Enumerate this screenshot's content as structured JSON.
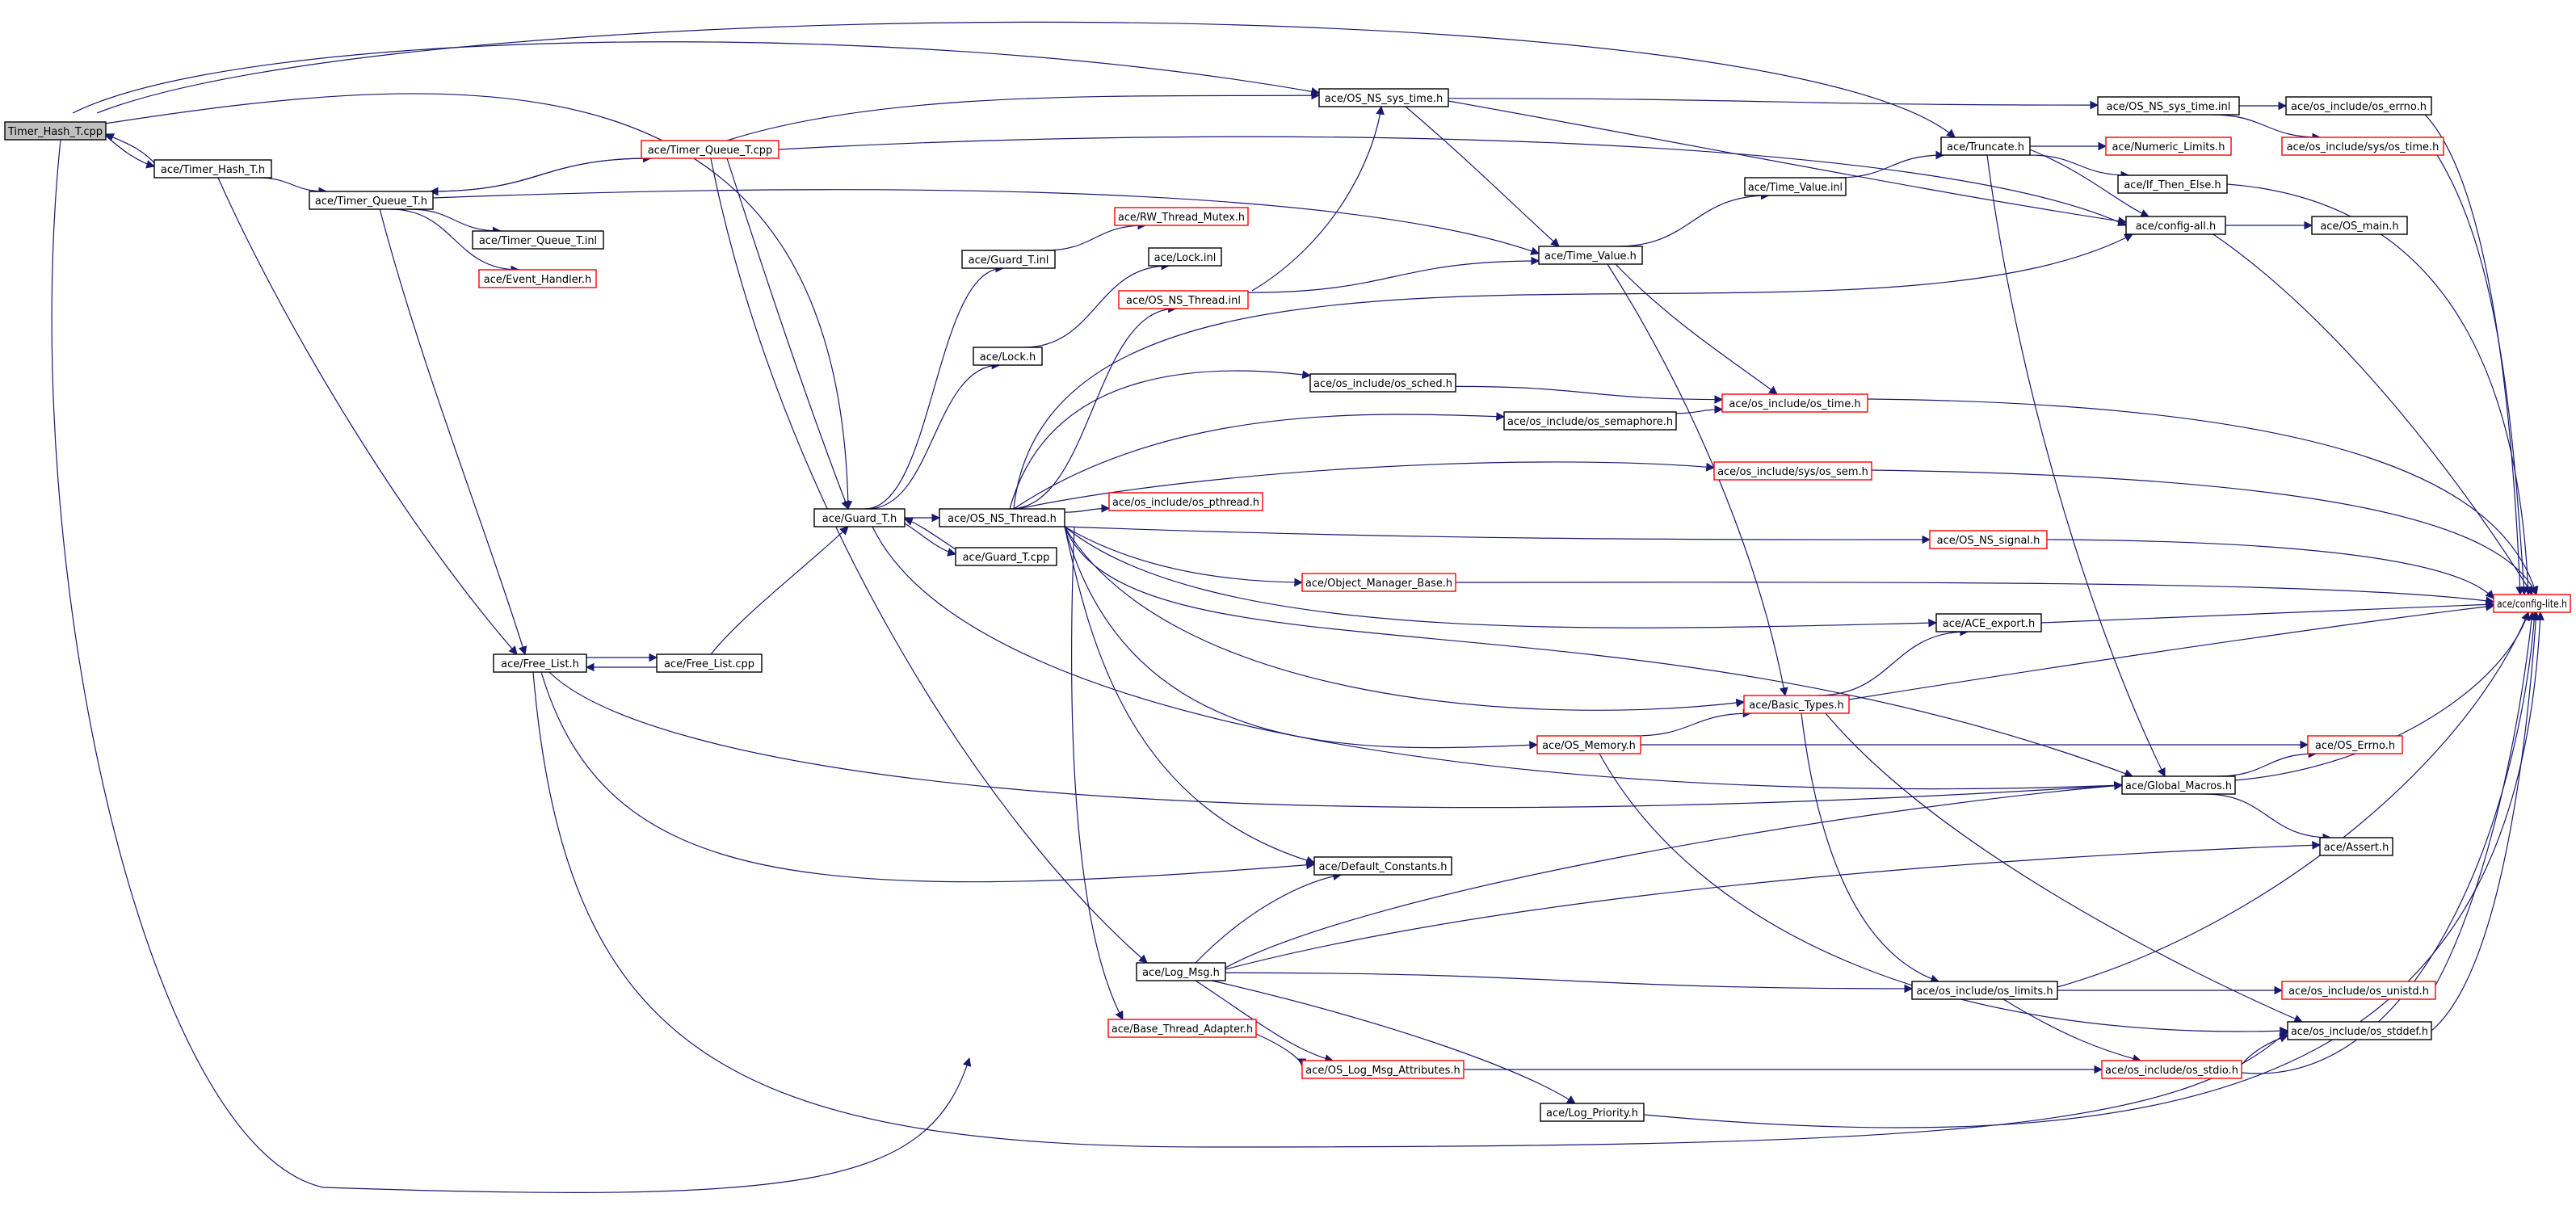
{
  "graph": {
    "title": "",
    "colors": {
      "edge": "#191970",
      "node_border_normal": "#000000",
      "node_border_truncated": "#ff0000",
      "root_fill": "#bfbfbf",
      "node_fill": "#ffffff"
    },
    "nodes": [
      {
        "id": "timer_hash_cpp",
        "label": "Timer_Hash_T.cpp",
        "style": "root"
      },
      {
        "id": "timer_hash_h",
        "label": "ace/Timer_Hash_T.h",
        "style": "normal"
      },
      {
        "id": "timer_queue_h",
        "label": "ace/Timer_Queue_T.h",
        "style": "normal"
      },
      {
        "id": "timer_queue_cpp",
        "label": "ace/Timer_Queue_T.cpp",
        "style": "truncated"
      },
      {
        "id": "timer_queue_inl",
        "label": "ace/Timer_Queue_T.inl",
        "style": "normal"
      },
      {
        "id": "event_handler",
        "label": "ace/Event_Handler.h",
        "style": "truncated"
      },
      {
        "id": "free_list_h",
        "label": "ace/Free_List.h",
        "style": "normal"
      },
      {
        "id": "free_list_cpp",
        "label": "ace/Free_List.cpp",
        "style": "normal"
      },
      {
        "id": "guard_h",
        "label": "ace/Guard_T.h",
        "style": "normal"
      },
      {
        "id": "guard_cpp",
        "label": "ace/Guard_T.cpp",
        "style": "normal"
      },
      {
        "id": "guard_inl",
        "label": "ace/Guard_T.inl",
        "style": "normal"
      },
      {
        "id": "lock_h",
        "label": "ace/Lock.h",
        "style": "normal"
      },
      {
        "id": "lock_inl",
        "label": "ace/Lock.inl",
        "style": "normal"
      },
      {
        "id": "rw_mutex",
        "label": "ace/RW_Thread_Mutex.h",
        "style": "truncated"
      },
      {
        "id": "os_thread_inl",
        "label": "ace/OS_NS_Thread.inl",
        "style": "truncated"
      },
      {
        "id": "os_thread_h",
        "label": "ace/OS_NS_Thread.h",
        "style": "normal"
      },
      {
        "id": "os_sys_time_h",
        "label": "ace/OS_NS_sys_time.h",
        "style": "normal"
      },
      {
        "id": "os_sys_time_inl",
        "label": "ace/OS_NS_sys_time.inl",
        "style": "normal"
      },
      {
        "id": "os_errno",
        "label": "ace/os_include/os_errno.h",
        "style": "normal"
      },
      {
        "id": "os_sys_os_time",
        "label": "ace/os_include/sys/os_time.h",
        "style": "truncated"
      },
      {
        "id": "truncate_h",
        "label": "ace/Truncate.h",
        "style": "normal"
      },
      {
        "id": "numeric_limits",
        "label": "ace/Numeric_Limits.h",
        "style": "truncated"
      },
      {
        "id": "if_then_else",
        "label": "ace/If_Then_Else.h",
        "style": "normal"
      },
      {
        "id": "time_value_inl",
        "label": "ace/Time_Value.inl",
        "style": "normal"
      },
      {
        "id": "time_value_h",
        "label": "ace/Time_Value.h",
        "style": "normal"
      },
      {
        "id": "config_all",
        "label": "ace/config-all.h",
        "style": "normal"
      },
      {
        "id": "os_main",
        "label": "ace/OS_main.h",
        "style": "normal"
      },
      {
        "id": "os_sched",
        "label": "ace/os_include/os_sched.h",
        "style": "normal"
      },
      {
        "id": "os_time",
        "label": "ace/os_include/os_time.h",
        "style": "truncated"
      },
      {
        "id": "os_semaphore",
        "label": "ace/os_include/os_semaphore.h",
        "style": "normal"
      },
      {
        "id": "os_sys_sem",
        "label": "ace/os_include/sys/os_sem.h",
        "style": "truncated"
      },
      {
        "id": "os_pthread",
        "label": "ace/os_include/os_pthread.h",
        "style": "truncated"
      },
      {
        "id": "os_signal",
        "label": "ace/OS_NS_signal.h",
        "style": "truncated"
      },
      {
        "id": "object_manager",
        "label": "ace/Object_Manager_Base.h",
        "style": "truncated"
      },
      {
        "id": "config_lite",
        "label": "ace/config-lite.h",
        "style": "truncated"
      },
      {
        "id": "ace_export",
        "label": "ace/ACE_export.h",
        "style": "normal"
      },
      {
        "id": "basic_types",
        "label": "ace/Basic_Types.h",
        "style": "truncated"
      },
      {
        "id": "os_memory",
        "label": "ace/OS_Memory.h",
        "style": "truncated"
      },
      {
        "id": "os_errno_h",
        "label": "ace/OS_Errno.h",
        "style": "truncated"
      },
      {
        "id": "global_macros",
        "label": "ace/Global_Macros.h",
        "style": "normal"
      },
      {
        "id": "assert_h",
        "label": "ace/Assert.h",
        "style": "normal"
      },
      {
        "id": "default_constants",
        "label": "ace/Default_Constants.h",
        "style": "normal"
      },
      {
        "id": "log_msg",
        "label": "ace/Log_Msg.h",
        "style": "normal"
      },
      {
        "id": "os_limits",
        "label": "ace/os_include/os_limits.h",
        "style": "normal"
      },
      {
        "id": "os_unistd",
        "label": "ace/os_include/os_unistd.h",
        "style": "truncated"
      },
      {
        "id": "os_stddef",
        "label": "ace/os_include/os_stddef.h",
        "style": "normal"
      },
      {
        "id": "base_thread_adapter",
        "label": "ace/Base_Thread_Adapter.h",
        "style": "truncated"
      },
      {
        "id": "log_msg_attributes",
        "label": "ace/OS_Log_Msg_Attributes.h",
        "style": "truncated"
      },
      {
        "id": "os_stdio",
        "label": "ace/os_include/os_stdio.h",
        "style": "truncated"
      },
      {
        "id": "log_priority",
        "label": "ace/Log_Priority.h",
        "style": "normal"
      }
    ],
    "edges": [
      [
        "timer_hash_cpp",
        "timer_hash_h"
      ],
      [
        "timer_hash_cpp",
        "os_sys_time_h"
      ],
      [
        "timer_hash_cpp",
        "truncate_h"
      ],
      [
        "timer_hash_cpp",
        "guard_h"
      ],
      [
        "timer_hash_cpp",
        "log_msg"
      ],
      [
        "timer_hash_h",
        "timer_hash_cpp"
      ],
      [
        "timer_hash_h",
        "timer_queue_h"
      ],
      [
        "timer_hash_h",
        "free_list_h"
      ],
      [
        "timer_queue_h",
        "timer_queue_cpp"
      ],
      [
        "timer_queue_h",
        "timer_queue_inl"
      ],
      [
        "timer_queue_h",
        "event_handler"
      ],
      [
        "timer_queue_h",
        "free_list_h"
      ],
      [
        "timer_queue_h",
        "time_value_h"
      ],
      [
        "timer_queue_cpp",
        "timer_queue_h"
      ],
      [
        "timer_queue_cpp",
        "os_sys_time_h"
      ],
      [
        "timer_queue_cpp",
        "config_all"
      ],
      [
        "timer_queue_cpp",
        "guard_h"
      ],
      [
        "timer_queue_cpp",
        "log_msg"
      ],
      [
        "free_list_h",
        "free_list_cpp"
      ],
      [
        "free_list_h",
        "global_macros"
      ],
      [
        "free_list_h",
        "default_constants"
      ],
      [
        "free_list_h",
        "os_stddef"
      ],
      [
        "free_list_cpp",
        "free_list_h"
      ],
      [
        "free_list_cpp",
        "guard_h"
      ],
      [
        "guard_h",
        "guard_cpp"
      ],
      [
        "guard_h",
        "guard_inl"
      ],
      [
        "guard_h",
        "lock_h"
      ],
      [
        "guard_h",
        "os_thread_h"
      ],
      [
        "guard_h",
        "global_macros"
      ],
      [
        "guard_cpp",
        "guard_h"
      ],
      [
        "guard_inl",
        "rw_mutex"
      ],
      [
        "lock_h",
        "lock_inl"
      ],
      [
        "os_thread_h",
        "os_thread_inl"
      ],
      [
        "os_thread_h",
        "config_all"
      ],
      [
        "os_thread_h",
        "os_sched"
      ],
      [
        "os_thread_h",
        "os_semaphore"
      ],
      [
        "os_thread_h",
        "os_sys_sem"
      ],
      [
        "os_thread_h",
        "os_pthread"
      ],
      [
        "os_thread_h",
        "os_signal"
      ],
      [
        "os_thread_h",
        "object_manager"
      ],
      [
        "os_thread_h",
        "ace_export"
      ],
      [
        "os_thread_h",
        "basic_types"
      ],
      [
        "os_thread_h",
        "os_memory"
      ],
      [
        "os_thread_h",
        "global_macros"
      ],
      [
        "os_thread_h",
        "default_constants"
      ],
      [
        "os_thread_h",
        "base_thread_adapter"
      ],
      [
        "os_thread_inl",
        "os_sys_time_h"
      ],
      [
        "os_thread_inl",
        "time_value_h"
      ],
      [
        "os_sys_time_h",
        "os_sys_time_inl"
      ],
      [
        "os_sys_time_h",
        "time_value_h"
      ],
      [
        "os_sys_time_h",
        "config_all"
      ],
      [
        "os_sys_time_inl",
        "os_errno"
      ],
      [
        "os_sys_time_inl",
        "os_sys_os_time"
      ],
      [
        "os_errno",
        "config_lite"
      ],
      [
        "os_sys_os_time",
        "config_lite"
      ],
      [
        "truncate_h",
        "numeric_limits"
      ],
      [
        "truncate_h",
        "if_then_else"
      ],
      [
        "truncate_h",
        "config_all"
      ],
      [
        "truncate_h",
        "global_macros"
      ],
      [
        "if_then_else",
        "config_lite"
      ],
      [
        "time_value_h",
        "time_value_inl"
      ],
      [
        "time_value_h",
        "os_time"
      ],
      [
        "time_value_h",
        "basic_types"
      ],
      [
        "time_value_inl",
        "truncate_h"
      ],
      [
        "config_all",
        "os_main"
      ],
      [
        "config_all",
        "config_lite"
      ],
      [
        "os_sched",
        "os_time"
      ],
      [
        "os_semaphore",
        "os_time"
      ],
      [
        "os_time",
        "config_lite"
      ],
      [
        "os_sys_sem",
        "config_lite"
      ],
      [
        "os_signal",
        "config_lite"
      ],
      [
        "object_manager",
        "config_lite"
      ],
      [
        "ace_export",
        "config_lite"
      ],
      [
        "basic_types",
        "ace_export"
      ],
      [
        "basic_types",
        "config_lite"
      ],
      [
        "basic_types",
        "os_limits"
      ],
      [
        "basic_types",
        "os_stddef"
      ],
      [
        "os_memory",
        "basic_types"
      ],
      [
        "os_memory",
        "os_errno_h"
      ],
      [
        "os_memory",
        "os_stddef"
      ],
      [
        "global_macros",
        "os_errno_h"
      ],
      [
        "global_macros",
        "assert_h"
      ],
      [
        "global_macros",
        "config_lite"
      ],
      [
        "log_msg",
        "default_constants"
      ],
      [
        "log_msg",
        "global_macros"
      ],
      [
        "log_msg",
        "assert_h"
      ],
      [
        "log_msg",
        "os_limits"
      ],
      [
        "log_msg",
        "log_msg_attributes"
      ],
      [
        "log_msg",
        "log_priority"
      ],
      [
        "base_thread_adapter",
        "log_msg_attributes"
      ],
      [
        "log_msg_attributes",
        "os_stdio"
      ],
      [
        "os_limits",
        "os_unistd"
      ],
      [
        "os_limits",
        "os_stdio"
      ],
      [
        "os_limits",
        "config_lite"
      ],
      [
        "os_unistd",
        "config_lite"
      ],
      [
        "os_stdio",
        "os_stddef"
      ],
      [
        "os_stdio",
        "config_lite"
      ],
      [
        "os_stddef",
        "config_lite"
      ],
      [
        "log_priority",
        "config_lite"
      ]
    ]
  }
}
